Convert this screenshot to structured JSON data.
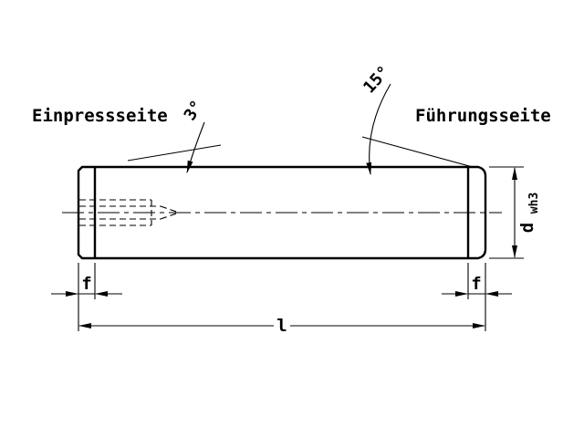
{
  "drawing": {
    "labels": {
      "press_in_side": "Einpressseite",
      "guide_side": "Führungsseite",
      "taper_angle": "3°",
      "chamfer_angle": "15°"
    },
    "dimensions": {
      "chamfer_length_left": "f",
      "chamfer_length_right": "f",
      "length": "l",
      "diameter_symbol": "d",
      "diameter_subscript": "wh3"
    },
    "colors": {
      "line": "#000000",
      "background": "#ffffff"
    }
  }
}
